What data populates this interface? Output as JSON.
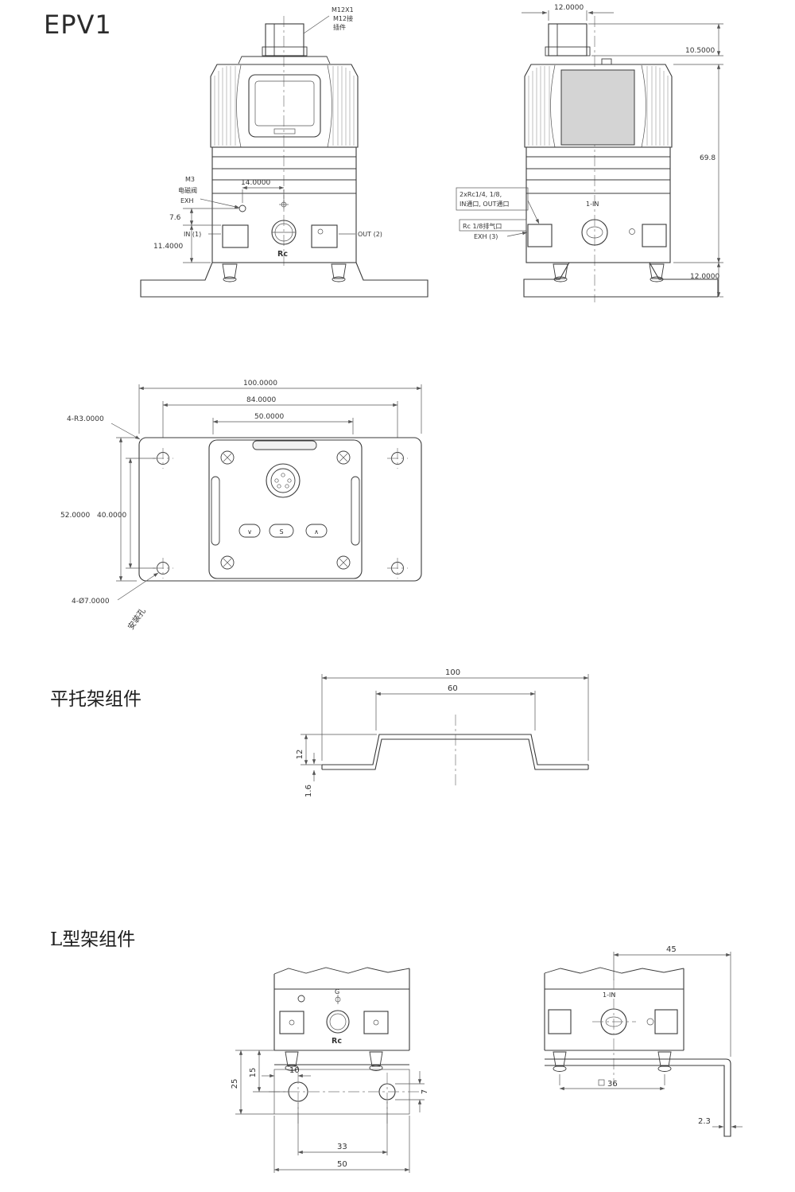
{
  "title": "EPV1",
  "front_view": {
    "connector_note": [
      "M12X1",
      "M12接",
      "插件"
    ],
    "m3_note": [
      "M3",
      "电磁阀",
      "EXH"
    ],
    "dim_14": "14.0000",
    "dim_7_6": "7.6",
    "dim_11_4": "11.4000",
    "port_in": "IN (1)",
    "port_out": "OUT (2)",
    "rc": "Rc"
  },
  "side_view": {
    "dim_width": "12.0000",
    "dim_top": "10.5000",
    "dim_height": "69.8",
    "dim_bracket": "12.0000",
    "ports_note_1": "2xRc1/4, 1/8,",
    "ports_note_2": "IN通口, OUT通口",
    "exh_note": "Rc 1/8排气口",
    "exh_port": "EXH (3)",
    "in_label": "1-IN"
  },
  "top_view": {
    "dim_100": "100.0000",
    "dim_84": "84.0000",
    "dim_50": "50.0000",
    "corner_note": "4-R3.0000",
    "dim_52": "52.0000",
    "dim_40": "40.0000",
    "hole_note": "4-Ø7.0000",
    "hole_label": "安装孔",
    "buttons": [
      "∨",
      "S",
      "∧"
    ]
  },
  "flat_bracket": {
    "title": "平托架组件",
    "dim_100": "100",
    "dim_60": "60",
    "dim_12": "12",
    "dim_1_6": "1.6"
  },
  "l_bracket": {
    "title": "L型架组件",
    "g": "G",
    "rc": "Rc",
    "in_label": "1-IN",
    "dim_25": "25",
    "dim_15": "15",
    "dim_10": "10",
    "dim_7": "7",
    "dim_33": "33",
    "dim_50": "50",
    "dim_45": "45",
    "dim_36": "36",
    "dim_2_3": "2.3"
  }
}
